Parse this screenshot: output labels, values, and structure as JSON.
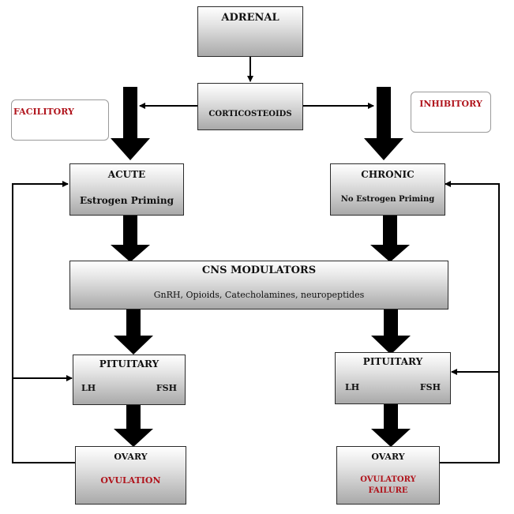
{
  "diagram": {
    "adrenal": {
      "label": "ADRENAL"
    },
    "corticosteroids": {
      "label": "CORTICOSTEOIDS"
    },
    "facilitatory": {
      "label": "FACILITORY"
    },
    "inhibitory": {
      "label": "INHIBITORY"
    },
    "acute": {
      "title": "ACUTE",
      "subtitle": "Estrogen Priming"
    },
    "chronic": {
      "title": "CHRONIC",
      "subtitle": "No Estrogen Priming"
    },
    "cns": {
      "title": "CNS MODULATORS",
      "subtitle": "GnRH, Opioids, Catecholamines, neuropeptides"
    },
    "pituitary_left": {
      "title": "PITUITARY",
      "left": "LH",
      "right": "FSH"
    },
    "pituitary_right": {
      "title": "PITUITARY",
      "left": "LH",
      "right": "FSH"
    },
    "ovary_left": {
      "title": "OVARY",
      "outcome": "OVULATION"
    },
    "ovary_right": {
      "title": "OVARY",
      "outcome_line1": "OVULATORY",
      "outcome_line2": "FAILURE"
    },
    "colors": {
      "outcome_text": "#b0141c",
      "arrow": "#000000",
      "box_border": "#2b2b2b"
    }
  }
}
